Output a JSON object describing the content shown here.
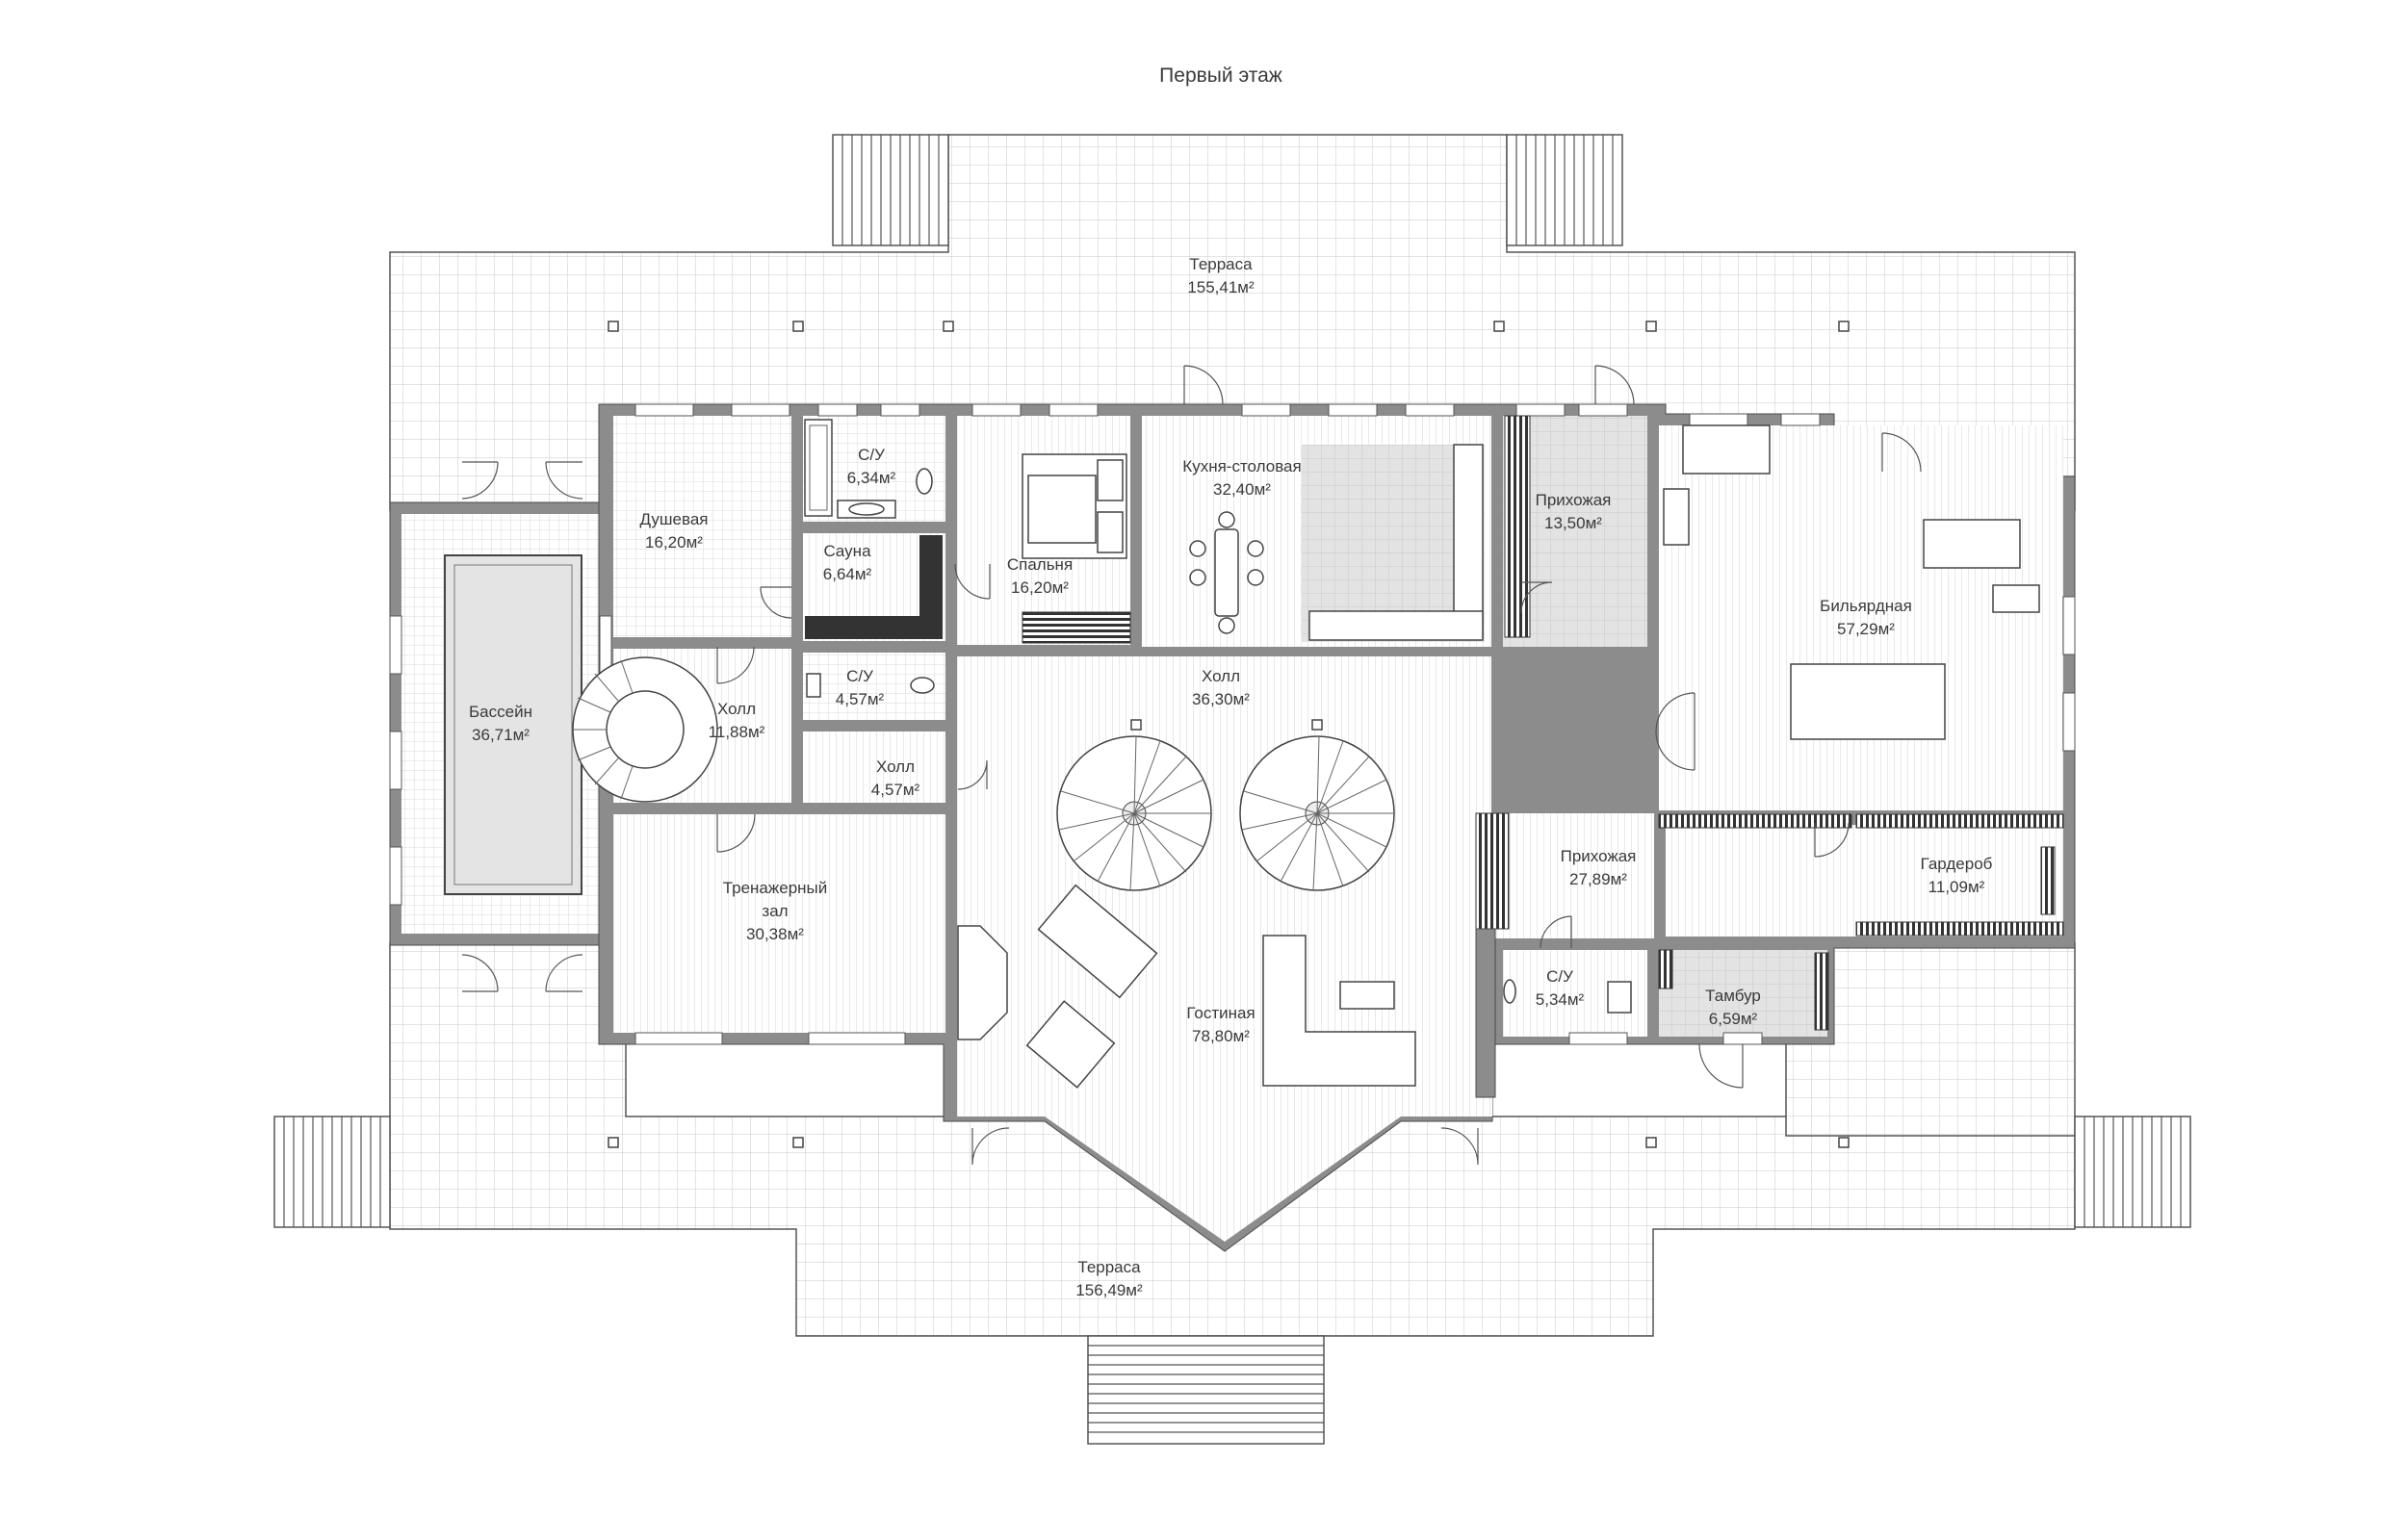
{
  "title": "Первый этаж",
  "rooms": [
    {
      "key": "terrace_top",
      "name": "Терраса",
      "area": "155,41м²"
    },
    {
      "key": "terrace_bottom",
      "name": "Терраса",
      "area": "156,49м²"
    },
    {
      "key": "pool",
      "name": "Бассейн",
      "area": "36,71м²"
    },
    {
      "key": "shower",
      "name": "Душевая",
      "area": "16,20м²"
    },
    {
      "key": "wc1",
      "name": "С/У",
      "area": "6,34м²"
    },
    {
      "key": "sauna",
      "name": "Сауна",
      "area": "6,64м²"
    },
    {
      "key": "bedroom",
      "name": "Спальня",
      "area": "16,20м²"
    },
    {
      "key": "kitchen",
      "name": "Кухня-столовая",
      "area": "32,40м²"
    },
    {
      "key": "hallway_top",
      "name": "Прихожая",
      "area": "13,50м²"
    },
    {
      "key": "billiard",
      "name": "Бильярдная",
      "area": "57,29м²"
    },
    {
      "key": "hall_left",
      "name": "Холл",
      "area": "11,88м²"
    },
    {
      "key": "wc2",
      "name": "С/У",
      "area": "4,57м²"
    },
    {
      "key": "hall_small",
      "name": "Холл",
      "area": "4,57м²"
    },
    {
      "key": "hall_main",
      "name": "Холл",
      "area": "36,30м²"
    },
    {
      "key": "gym",
      "name": "Тренажерный зал",
      "area": "30,38м²"
    },
    {
      "key": "hallway_mid",
      "name": "Прихожая",
      "area": "27,89м²"
    },
    {
      "key": "wardrobe",
      "name": "Гардероб",
      "area": "11,09м²"
    },
    {
      "key": "wc3",
      "name": "С/У",
      "area": "5,34м²"
    },
    {
      "key": "vestibule",
      "name": "Тамбур",
      "area": "6,59м²"
    },
    {
      "key": "living",
      "name": "Гостиная",
      "area": "78,80м²"
    }
  ]
}
